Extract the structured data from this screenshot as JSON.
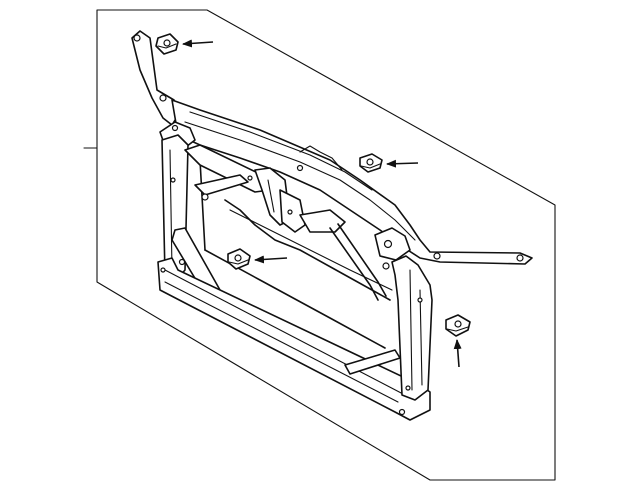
{
  "diagram": {
    "background": "#ffffff",
    "line_color": "#111111",
    "panel": "parallelogram-background-panel",
    "main_part": "radiator-support-frame",
    "fasteners": [
      {
        "name": "clip-nut-1"
      },
      {
        "name": "clip-nut-2"
      },
      {
        "name": "clip-nut-3"
      },
      {
        "name": "clip-nut-4"
      }
    ],
    "callouts": [
      {
        "name": "callout-arrow-1",
        "target": "clip-nut-1"
      },
      {
        "name": "callout-arrow-2",
        "target": "clip-nut-2"
      },
      {
        "name": "callout-arrow-3",
        "target": "clip-nut-3"
      },
      {
        "name": "callout-arrow-4",
        "target": "clip-nut-4"
      }
    ]
  }
}
